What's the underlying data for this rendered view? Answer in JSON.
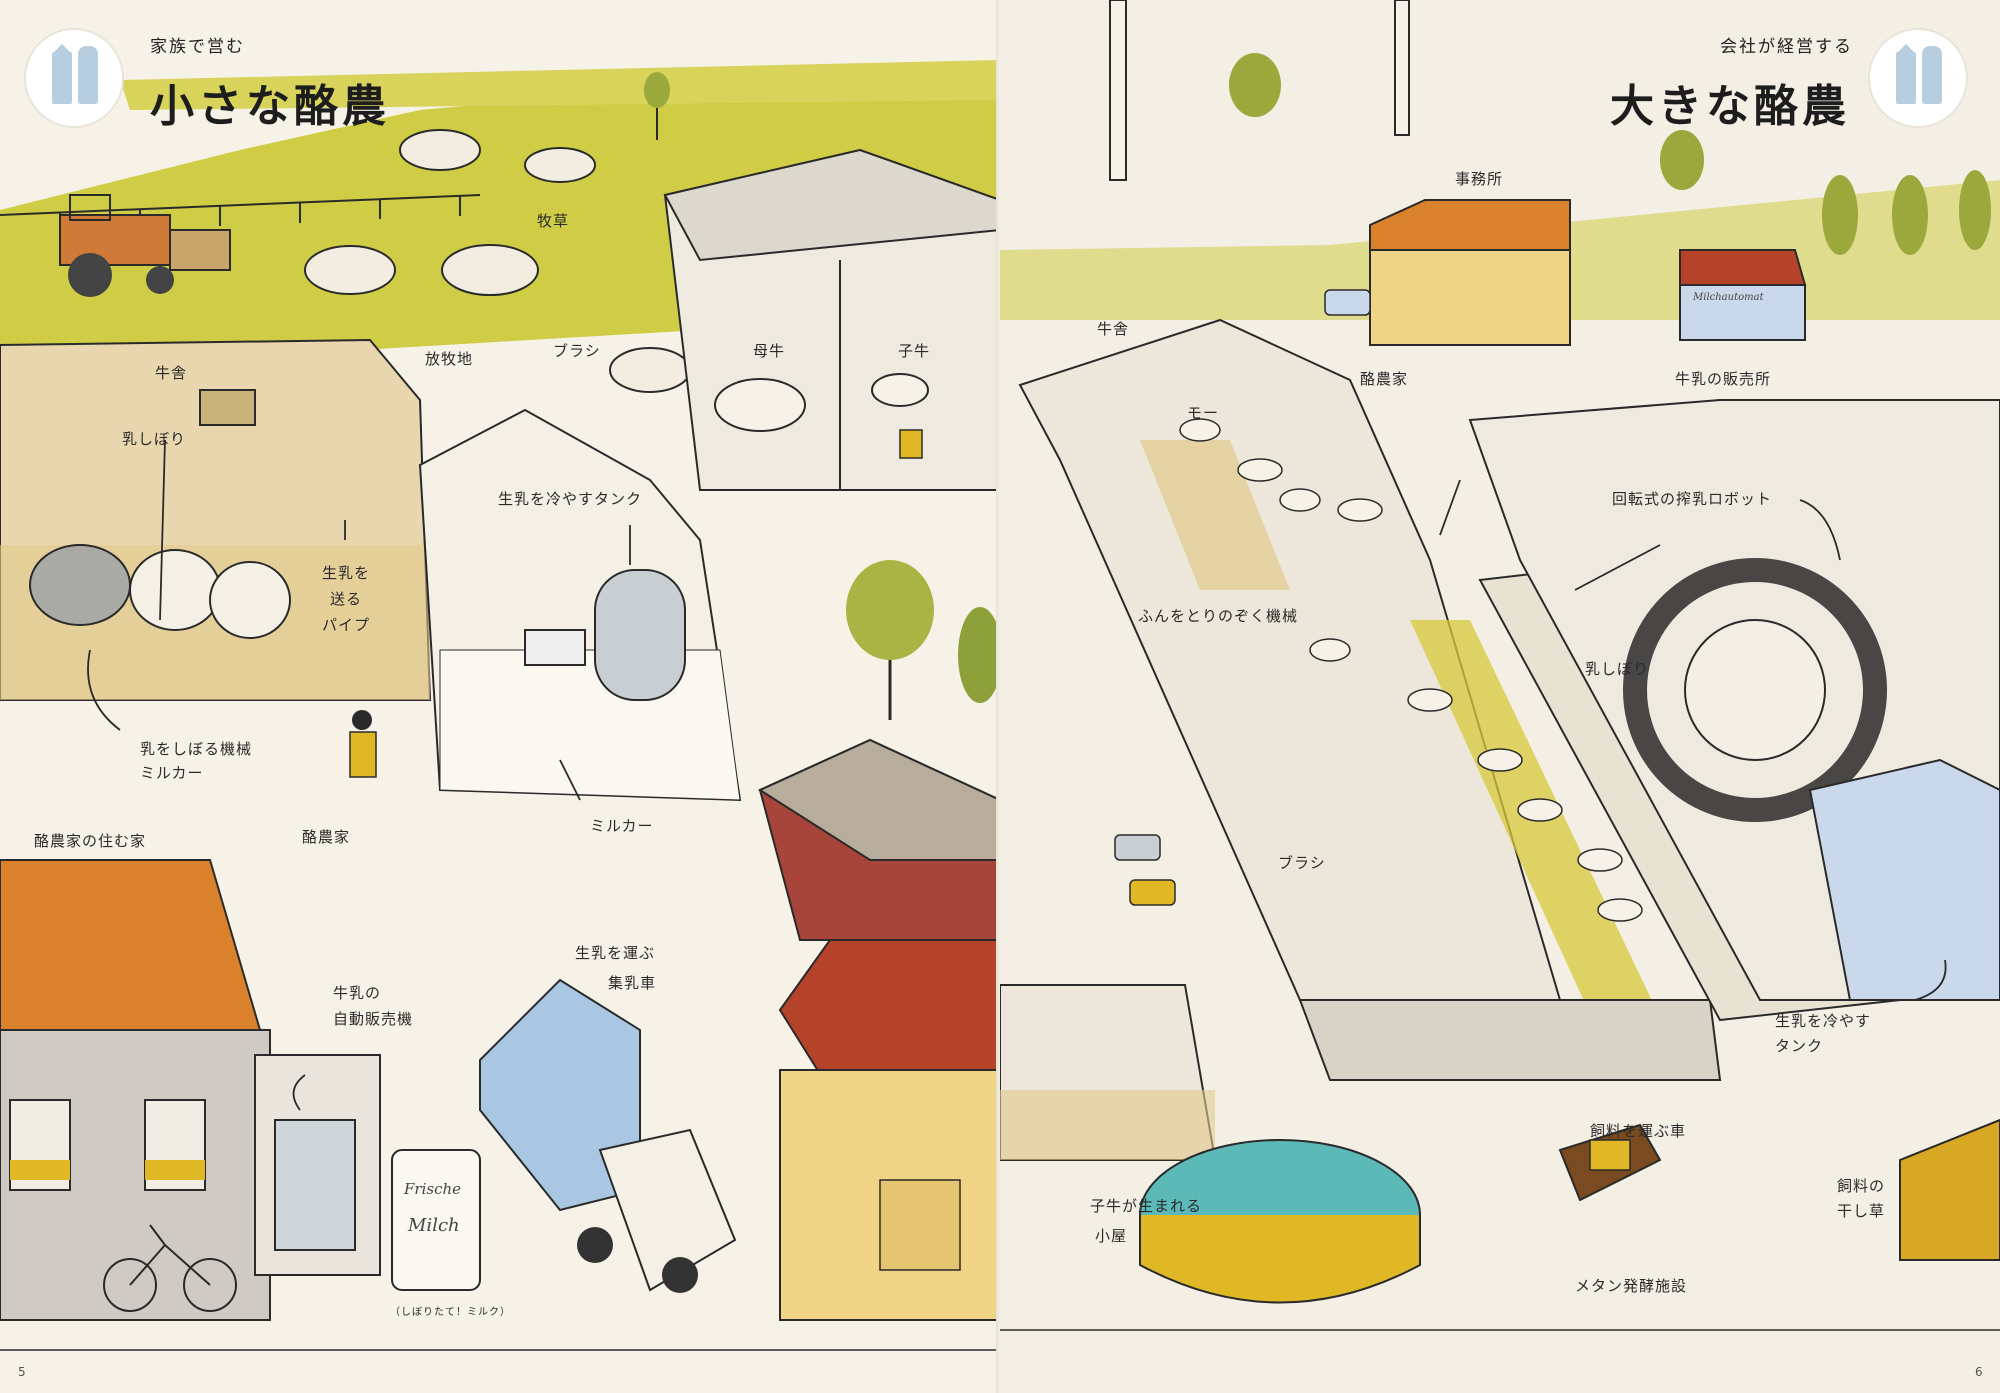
{
  "left": {
    "subtitle": "家族で営む",
    "title": "小さな酪農",
    "page_number": "5",
    "labels": {
      "bokuso": "牧草",
      "houbokuchi": "放牧地",
      "burashi": "ブラシ",
      "gyusha": "牛舎",
      "chishibori": "乳しぼり",
      "hahaushi": "母牛",
      "koushi": "子牛",
      "tank": "生乳を冷やすタンク",
      "pipe1": "生乳を",
      "pipe2": "送る",
      "pipe3": "パイプ",
      "machine1": "乳をしぼる機械",
      "machine2": "ミルカー",
      "milker": "ミルカー",
      "rakunouka": "酪農家",
      "house": "酪農家の住む家",
      "vending1": "牛乳の",
      "vending2": "自動販売機",
      "truck1": "生乳を運ぶ",
      "truck2": "集乳車",
      "sign_word1": "Frische",
      "sign_word2": "Milch",
      "sign_caption": "（しぼりたて！ミルク）"
    }
  },
  "right": {
    "subtitle": "会社が経営する",
    "title": "大きな酪農",
    "page_number": "6",
    "labels": {
      "office": "事務所",
      "gyusha": "牛舎",
      "rakunouka": "酪農家",
      "shop": "牛乳の販売所",
      "shop_sign": "Milchautomat",
      "moo": "モー",
      "robot": "回転式の搾乳ロボット",
      "fun": "ふんをとりのぞく機械",
      "chishibori": "乳しぼり",
      "burashi": "ブラシ",
      "tank1": "生乳を冷やす",
      "tank2": "タンク",
      "feed_truck": "飼料を運ぶ車",
      "calf1": "子牛が生まれる",
      "calf2": "小屋",
      "hay1": "飼料の",
      "hay2": "干し草",
      "methane": "メタン発酵施設"
    }
  },
  "colors": {
    "pasture": "#c9c83a",
    "pasture_light": "#d8d35a",
    "barn_floor": "#e2c98a",
    "roof_orange": "#d9822b",
    "roof_red": "#b5432a",
    "tank_blue": "#a9c6e2",
    "methane_teal": "#5bb9b8",
    "tree_green": "#9aa83c",
    "ink": "#2a2a2a",
    "badge_blue": "#b7cde0"
  }
}
